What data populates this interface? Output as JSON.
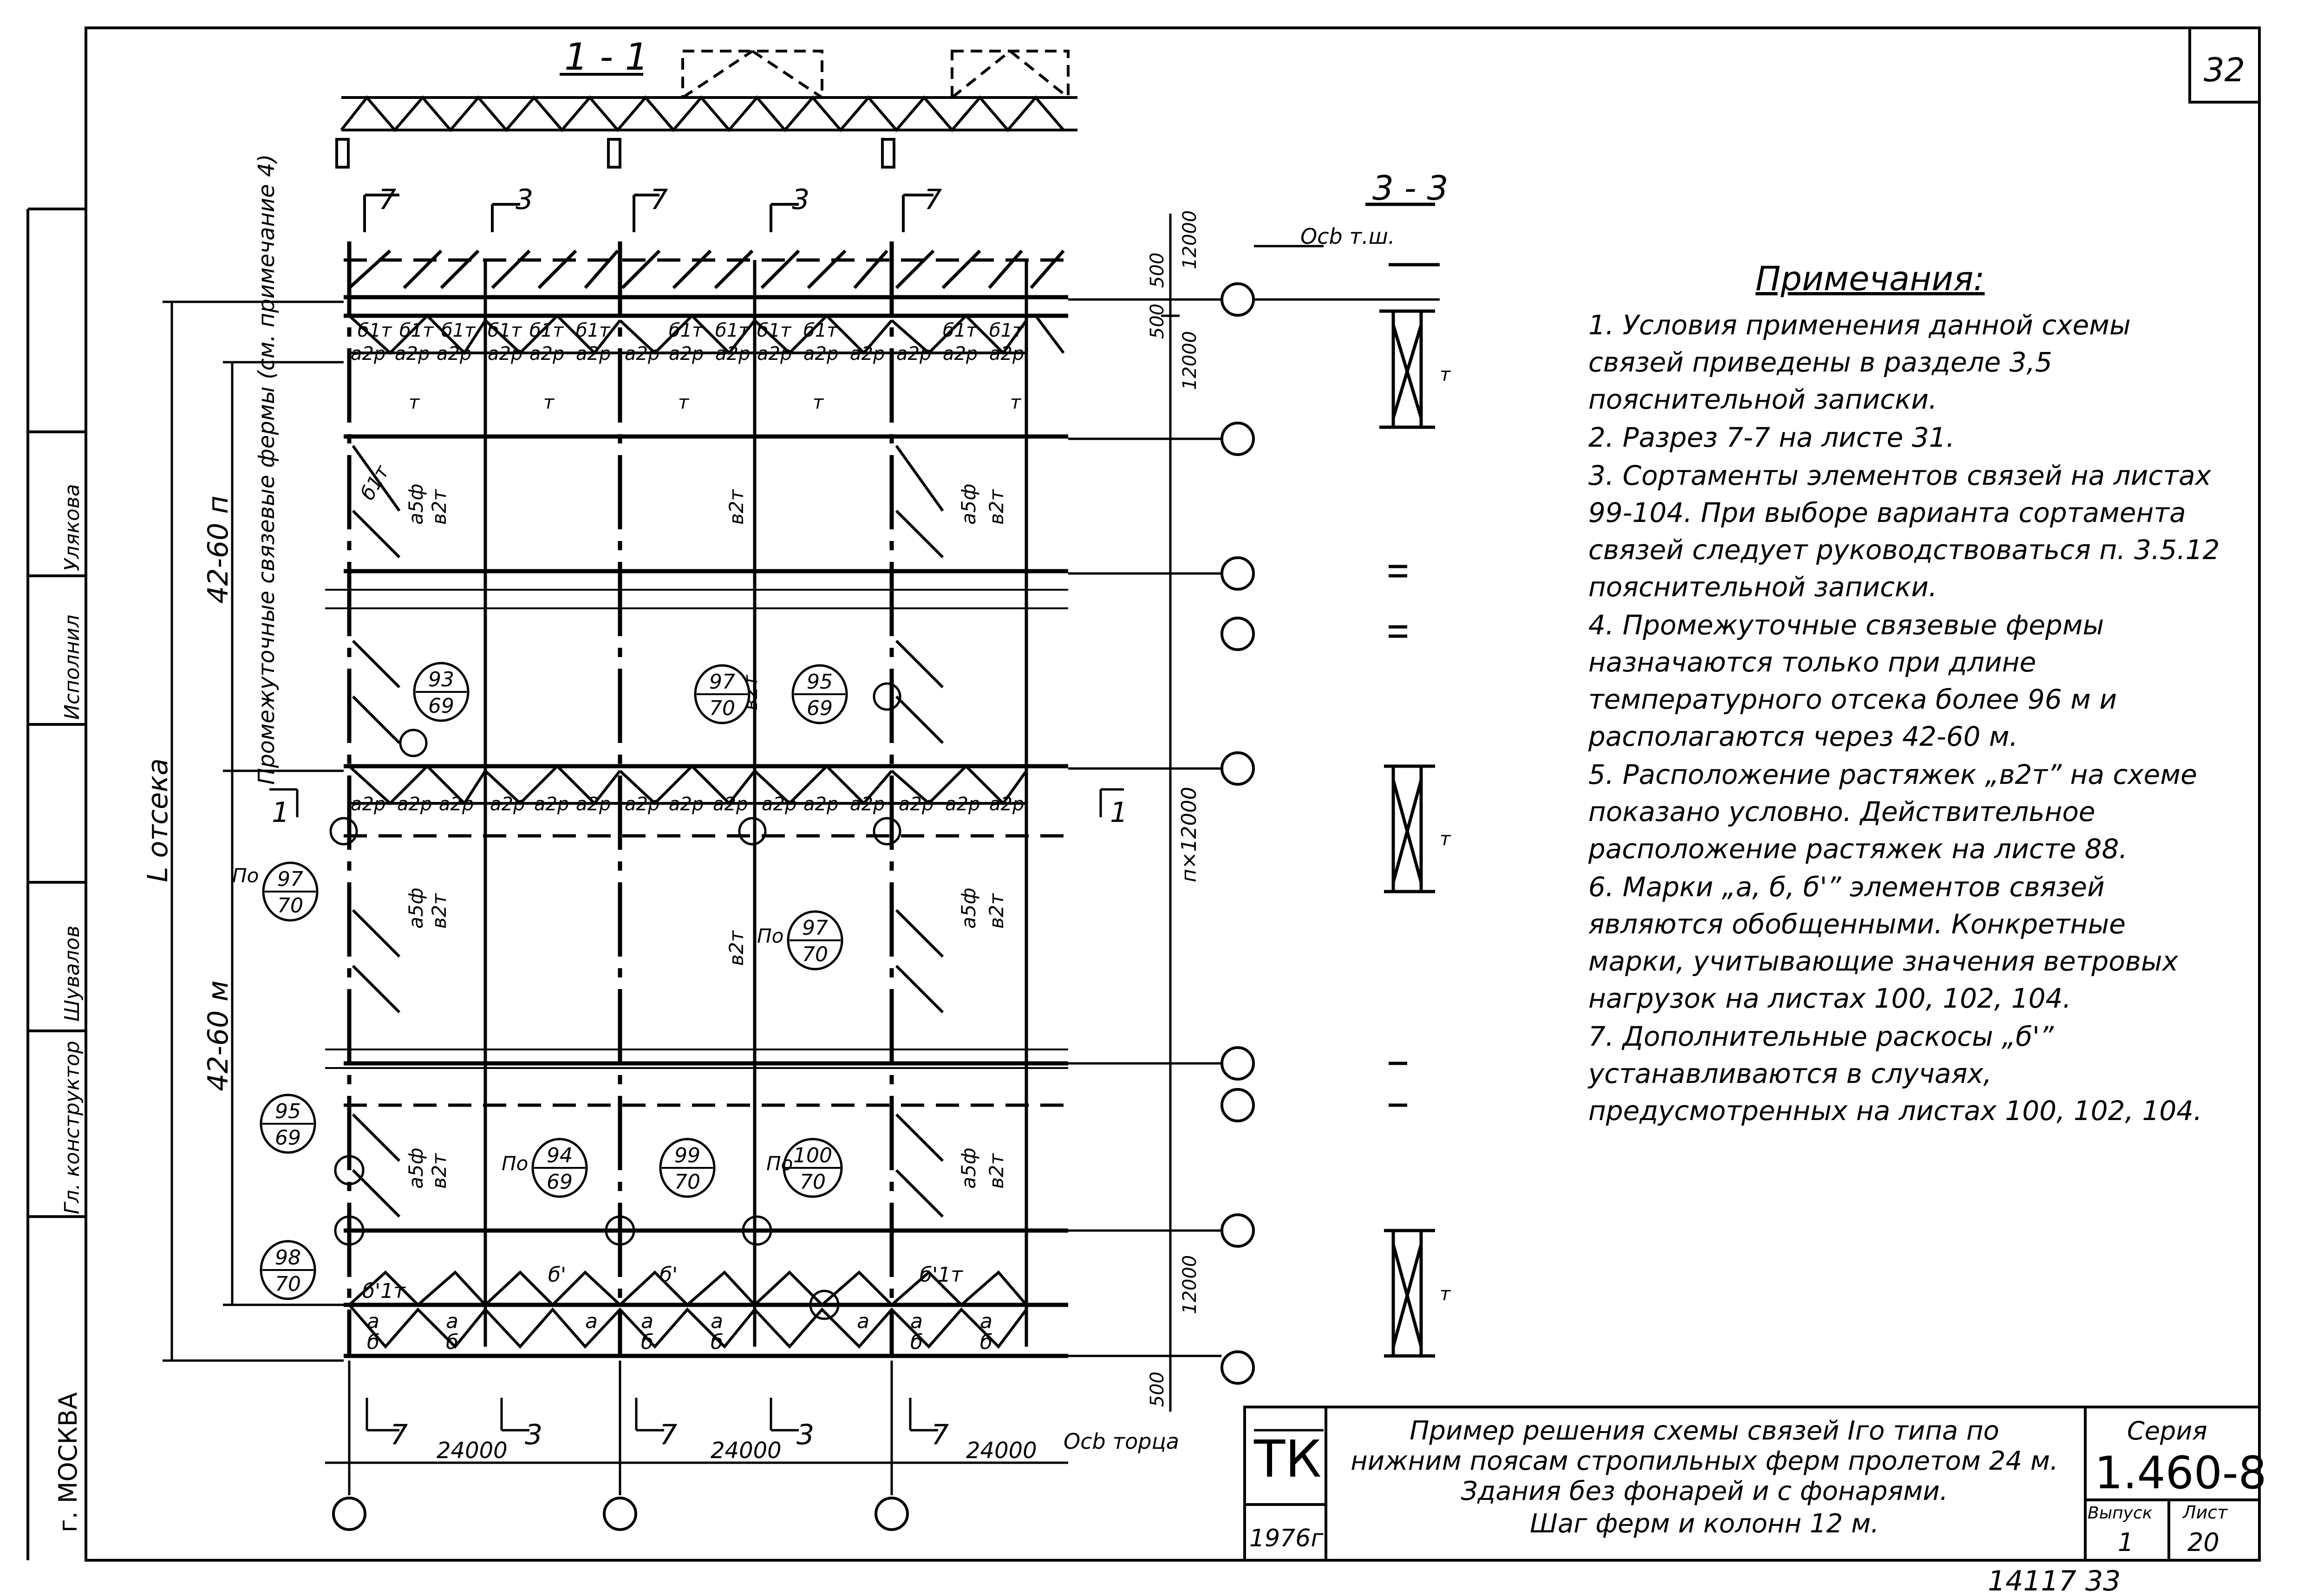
{
  "sheet_number": "32",
  "sections": {
    "s11": "1 - 1",
    "s33": "3 - 3",
    "cut7": "7",
    "cut3": "3",
    "cut1": "1"
  },
  "axis_labels": {
    "tsh": "Осb т.ш.",
    "torca": "Осb торца"
  },
  "left_dims": {
    "otseka": "L отсека",
    "range_top": "42-60 п",
    "range_bottom": "42-60 м",
    "intermediate": "Промежуточные связевые фермы (см. примечание 4)"
  },
  "right_dims": {
    "d500a": "500",
    "d12000a": "12000",
    "d500b": "500",
    "d12000b": "12000",
    "n12000": "п×12000",
    "d12000c": "12000",
    "d500c": "500"
  },
  "bottom_dims": [
    "24000",
    "24000",
    "24000"
  ],
  "marks": {
    "b1t": "б1т",
    "a2r": "а2р",
    "a5f": "а5ф",
    "v2t": "в2т",
    "t": "т",
    "a": "а",
    "b": "б",
    "b1": "б'",
    "b1t1": "б'1т",
    "po": "По"
  },
  "node_refs": [
    {
      "top": "93",
      "bottom": "69"
    },
    {
      "top": "97",
      "bottom": "70"
    },
    {
      "top": "95",
      "bottom": "69"
    },
    {
      "top": "97",
      "bottom": "70"
    },
    {
      "top": "97",
      "bottom": "70"
    },
    {
      "top": "95",
      "bottom": "69"
    },
    {
      "top": "94",
      "bottom": "69"
    },
    {
      "top": "99",
      "bottom": "70"
    },
    {
      "top": "100",
      "bottom": "70"
    },
    {
      "top": "98",
      "bottom": "70"
    }
  ],
  "notes": {
    "title": "Примечания:",
    "items": [
      "1. Условия применения данной схемы связей приведены в разделе 3,5 пояснительной записки.",
      "2. Разрез 7-7 на листе 31.",
      "3. Сортаменты элементов связей на листах 99-104. При выборе варианта сортамента связей следует руководствоваться п. 3.5.12 пояснительной записки.",
      "4. Промежуточные связевые фермы назначаются только при длине температурного отсека более 96 м и располагаются через 42-60 м.",
      "5. Расположение растяжек „в2т” на схеме показано условно. Действительное расположение растяжек на листе 88.",
      "6. Марки „а, б, б'” элементов связей являются обобщенными. Конкретные марки, учитывающие значения ветровых нагрузок на листах 100, 102, 104.",
      "7. Дополнительные раскосы „б'” устанавливаются в случаях, предусмотренных на листах 100, 102, 104."
    ]
  },
  "stamp": {
    "tk": "ТК",
    "year": "1976г",
    "title_l1": "Пример решения схемы связей Iго типа по",
    "title_l2": "нижним поясам стропильных ферм пролетом 24 м.",
    "title_l3": "Здания без фонарей и с фонарями.",
    "title_l4": "Шаг ферм и колонн 12 м.",
    "seria_label": "Серия",
    "seria_value": "1.460-8",
    "vypusk_label": "Выпуск",
    "vypusk_value": "1",
    "list_label": "Лист",
    "list_value": "20"
  },
  "side_stamp": {
    "gl_konstr": "Гл. конструктор",
    "shuvalov": "Шувалов",
    "ispolnil": "Исполнил",
    "ulyakova": "Улякова",
    "city": "г. МОСКВА"
  },
  "footer_numbers": "14117 33"
}
